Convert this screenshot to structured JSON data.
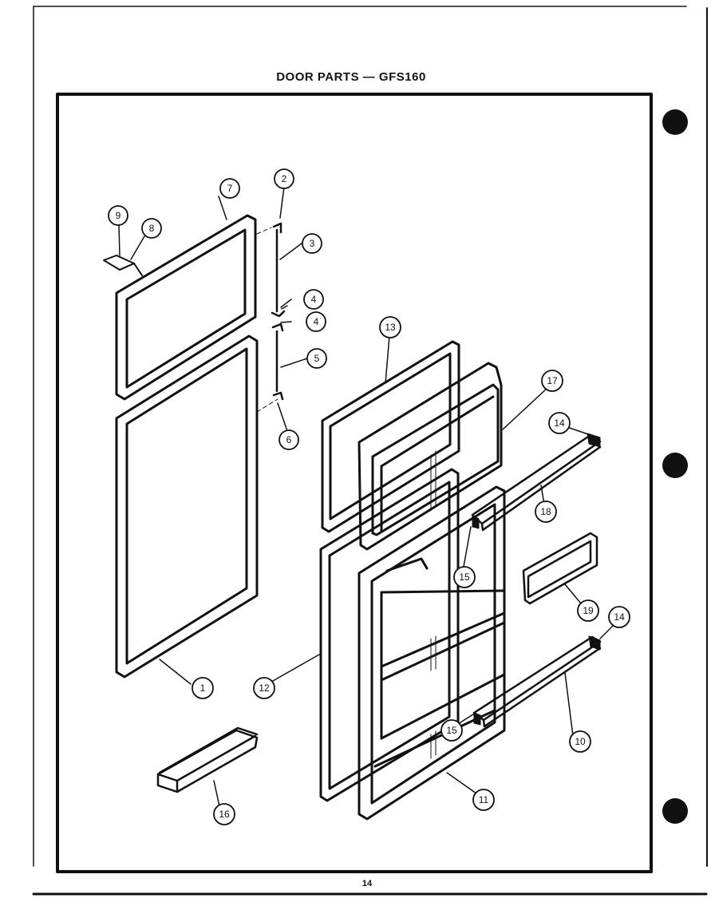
{
  "title": "DOOR PARTS — GFS160",
  "page_number": "14",
  "callouts": {
    "c1": "1",
    "c2": "2",
    "c3": "3",
    "c4a": "4",
    "c4b": "4",
    "c5": "5",
    "c6": "6",
    "c7": "7",
    "c8": "8",
    "c9": "9",
    "c10": "10",
    "c11": "11",
    "c12": "12",
    "c13": "13",
    "c14a": "14",
    "c14b": "14",
    "c15a": "15",
    "c15b": "15",
    "c16": "16",
    "c17": "17",
    "c18": "18",
    "c19": "19"
  },
  "colors": {
    "ink": "#111111",
    "paper": "#ffffff"
  }
}
